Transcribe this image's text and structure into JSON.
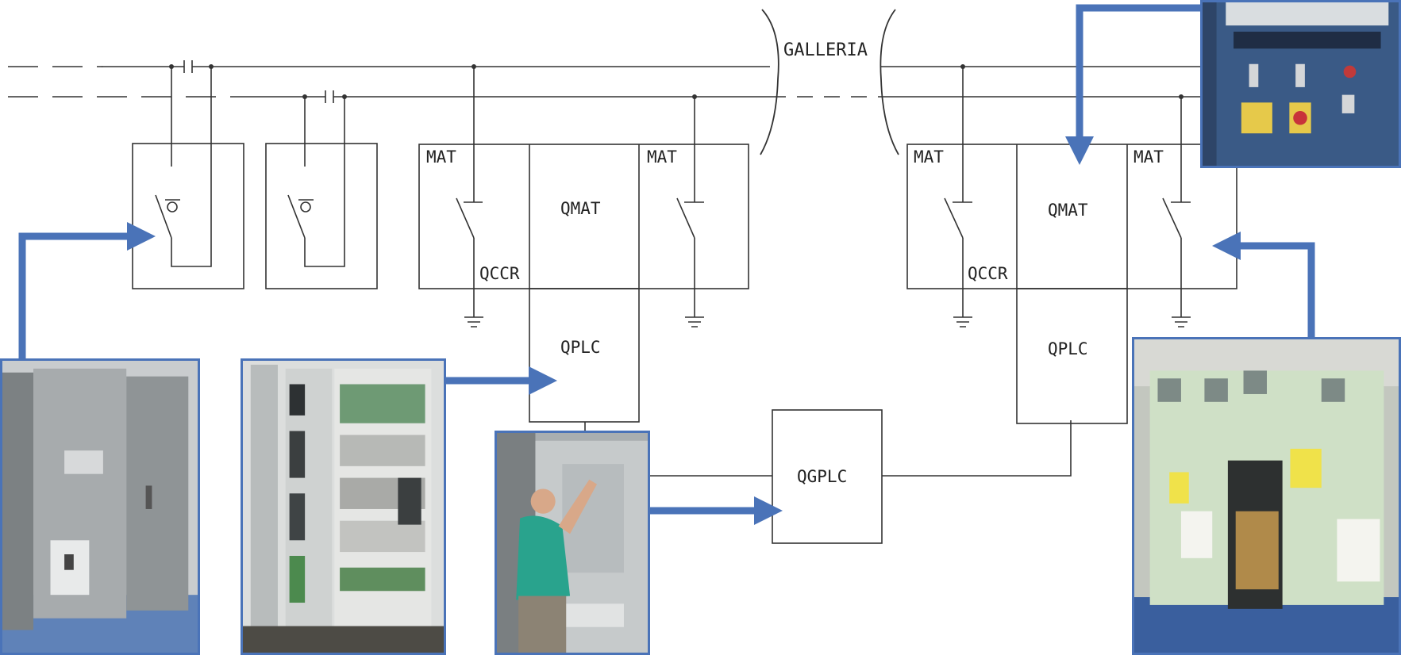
{
  "labels": {
    "galleria": "GALLERIA",
    "mat": "MAT",
    "qmat": "QMAT",
    "qccr": "QCCR",
    "qplc": "QPLC",
    "qgplc": "QGPLC"
  },
  "colors": {
    "line": "#333333",
    "arrow": "#4a73b8",
    "arrow_dark": "#2e4f8c",
    "photo_border": "#4a73b8"
  },
  "photos": [
    {
      "name": "photo-switchgear-cabinet",
      "subject": "stainless steel switchgear cabinet"
    },
    {
      "name": "photo-plc-panel",
      "subject": "open PLC control panel"
    },
    {
      "name": "photo-operator-panel",
      "subject": "operator at control cabinet"
    },
    {
      "name": "photo-mv-switchboard",
      "subject": "medium voltage switchboard"
    },
    {
      "name": "photo-control-panel-detail",
      "subject": "control panel front with switches"
    }
  ]
}
